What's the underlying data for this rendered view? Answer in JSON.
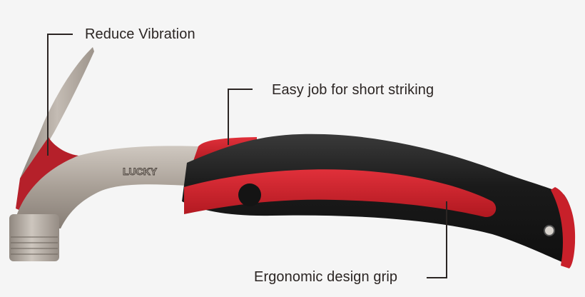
{
  "image": {
    "subject": "Claw hammer with red and black ergonomic handle",
    "background_color": "#f5f5f5"
  },
  "callouts": [
    {
      "id": "reduce-vibration",
      "text": "Reduce Vibration"
    },
    {
      "id": "easy-job",
      "text": "Easy job for short striking"
    },
    {
      "id": "ergonomic-grip",
      "text": "Ergonomic design grip"
    }
  ],
  "brand": {
    "logo_text": "LUCKY"
  },
  "colors": {
    "red": "#c8202a",
    "dark_red": "#9e1a22",
    "black": "#1c1c1c",
    "steel": "#a59c93",
    "steel_light": "#c9c2ba",
    "line": "#2b2523"
  }
}
